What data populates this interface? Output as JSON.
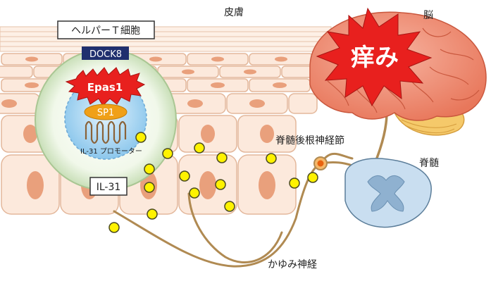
{
  "labels": {
    "skin": "皮膚",
    "brain": "脳",
    "itch": "痒み",
    "helper_t_cell": "ヘルパーＴ細胞",
    "dock8": "DOCK8",
    "epas1": "Epas1",
    "sp1": "SP1",
    "il31_promoter": "IL-31 プロモーター",
    "il31": "IL-31",
    "drg": "脊髄後根神経節",
    "spinal_cord": "脊髄",
    "itch_nerve": "かゆみ神経"
  },
  "colors": {
    "skin_cell_fill": "#fce9dc",
    "skin_cell_stroke": "#e3b79b",
    "nucleus": "#e9a07c",
    "t_cell_outer": "#d6e8c8",
    "t_cell_inner": "#aed6f1",
    "dock8_box": "#1f2f6e",
    "epas1_burst": "#e8201e",
    "sp1": "#f0a018",
    "il31_dots": "#fff200",
    "nerve": "#b08a52",
    "brain": "#f08a70",
    "cerebellum": "#f5c96a",
    "itch_burst": "#e8201e",
    "spinal_cord": "#c9def0",
    "ganglion": "#f07e26"
  }
}
